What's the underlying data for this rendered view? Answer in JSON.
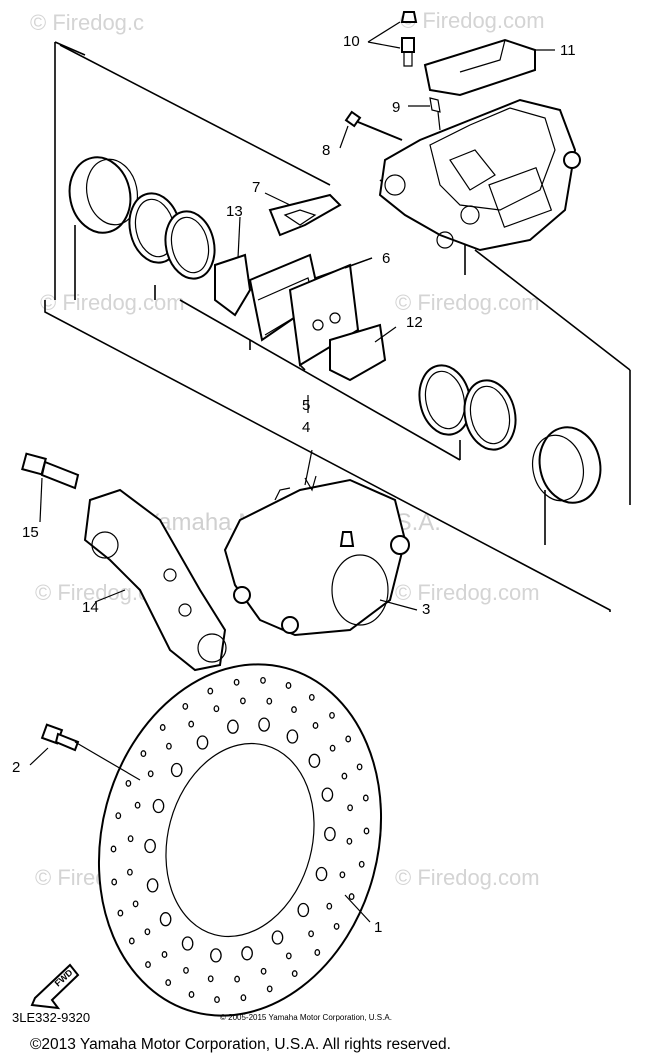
{
  "callouts": {
    "c1": "1",
    "c2": "2",
    "c3": "3",
    "c4": "4",
    "c5": "5",
    "c6": "6",
    "c7": "7",
    "c8": "8",
    "c9": "9",
    "c10": "10",
    "c11": "11",
    "c12": "12",
    "c13": "13",
    "c14": "14",
    "c15": "15"
  },
  "watermarks": {
    "firedog": "© Firedog.com",
    "firedog_short": "© Firedog.c",
    "yamaha": "© Yamaha Motor Corp. U.S.A."
  },
  "fwd_label": "FWD",
  "diagram_code": "3LE332-9320",
  "small_copyright": "© 2005-2015 Yamaha Motor Corporation, U.S.A.",
  "footer": "©2013 Yamaha Motor Corporation, U.S.A. All rights reserved."
}
